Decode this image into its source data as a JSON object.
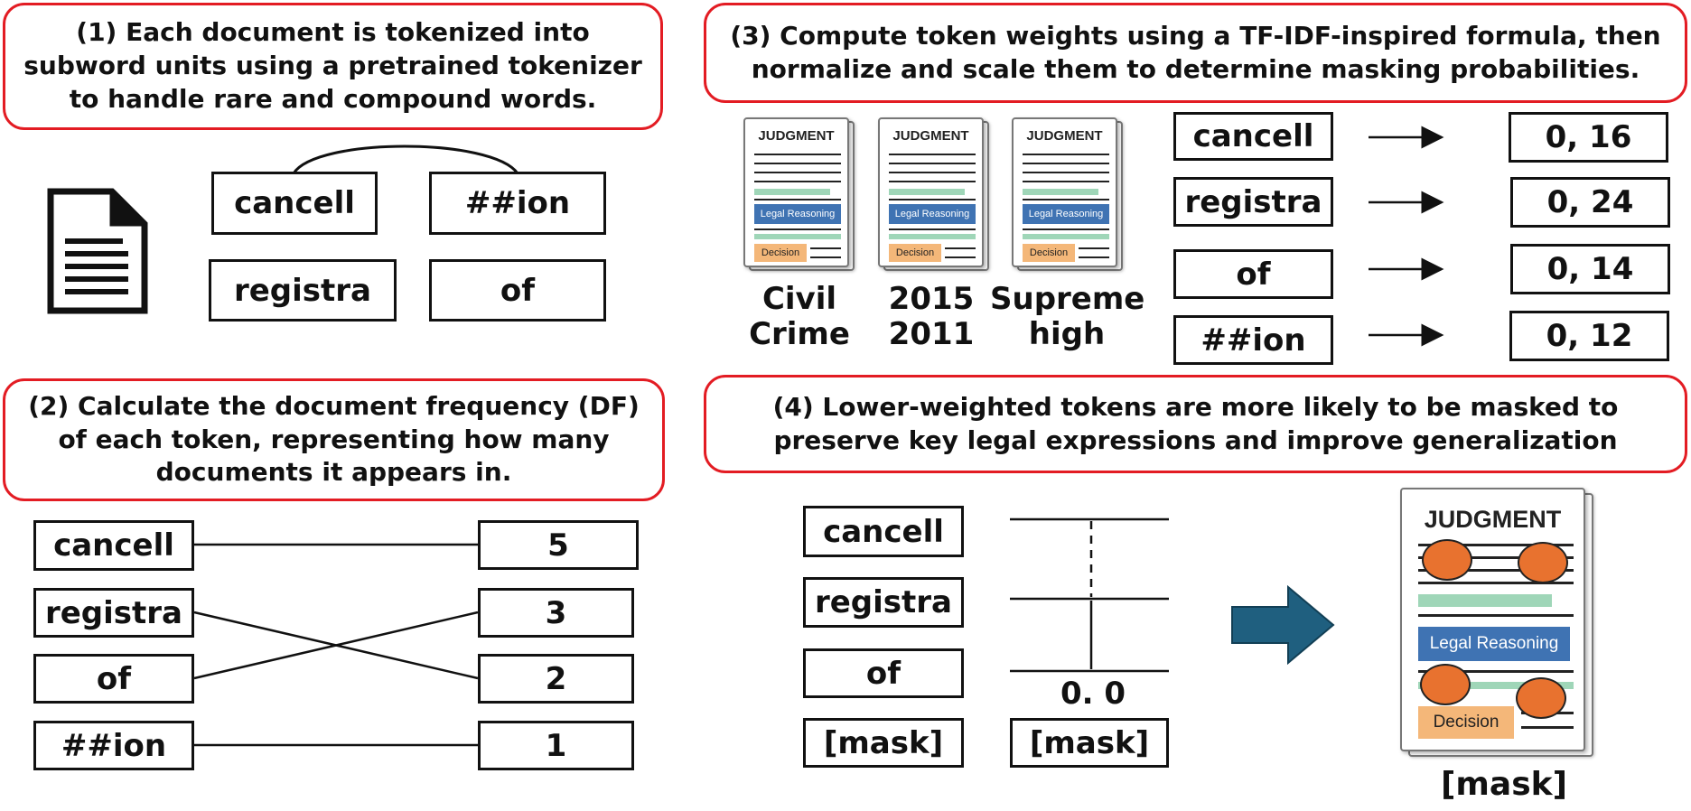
{
  "step1": {
    "text": "(1) Each document is tokenized into\nsubword units using a pretrained tokenizer\nto handle rare and compound words."
  },
  "step2": {
    "text": "(2) Calculate the document frequency (DF)\nof each token, representing how many\ndocuments it appears in."
  },
  "step3": {
    "text": "(3) Compute token weights using a TF-IDF-inspired formula, then\nnormalize and scale them to determine masking probabilities."
  },
  "step4": {
    "text": "(4) Lower-weighted tokens are more likely to be masked to\npreserve key legal expressions and improve generalization"
  },
  "tokenize": {
    "tokens": [
      "cancell",
      "##ion",
      "registra",
      "of"
    ],
    "icon": "document-icon"
  },
  "df": {
    "tokens": [
      "cancell",
      "registra",
      "of",
      "##ion"
    ],
    "counts": [
      "5",
      "3",
      "2",
      "1"
    ]
  },
  "docs": {
    "card_title": "JUDGMENT",
    "reasoning_label": "Legal Reasoning",
    "decision_label": "Decision",
    "labels": [
      "Civil\nCrime",
      "2015\n2011",
      "Supreme\nhigh"
    ]
  },
  "weights": {
    "tokens": [
      "cancell",
      "registra",
      "of",
      "##ion"
    ],
    "values": [
      "0, 16",
      "0, 24",
      "0, 14",
      "0, 12"
    ]
  },
  "masking": {
    "tokens": [
      "cancell",
      "registra",
      "of",
      "[mask]"
    ],
    "zero_label": "0. 0",
    "mask_box": "[mask]",
    "result_label": "[mask]",
    "arrow_color": "#1f5f7f",
    "dot_color": "#e8722f"
  },
  "colors": {
    "callout_border": "#e31c23"
  }
}
